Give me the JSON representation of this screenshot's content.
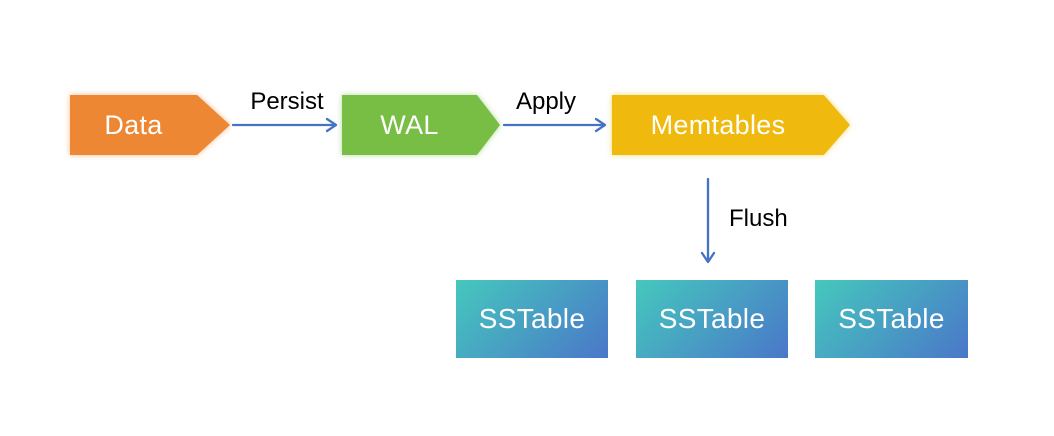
{
  "colors": {
    "background": "#FFFFFF",
    "data_node": "#ED8733",
    "wal_node": "#78BD44",
    "memtables_node": "#F0B90E",
    "arrow": "#4472C4",
    "sstable_gradient_start": "#45C8BD",
    "sstable_gradient_end": "#4A77C9",
    "node_text": "#FFFFFF",
    "label_text": "#000000"
  },
  "diagram": {
    "nodes": {
      "data": {
        "label": "Data"
      },
      "wal": {
        "label": "WAL"
      },
      "memtables": {
        "label": "Memtables"
      },
      "sstables": [
        {
          "label": "SSTable"
        },
        {
          "label": "SSTable"
        },
        {
          "label": "SSTable"
        }
      ]
    },
    "edges": {
      "persist": {
        "label": "Persist"
      },
      "apply": {
        "label": "Apply"
      },
      "flush": {
        "label": "Flush"
      }
    },
    "icons": {
      "persist_arrow": "right-arrow-icon",
      "apply_arrow": "right-arrow-icon",
      "flush_arrow": "down-arrow-icon"
    }
  }
}
